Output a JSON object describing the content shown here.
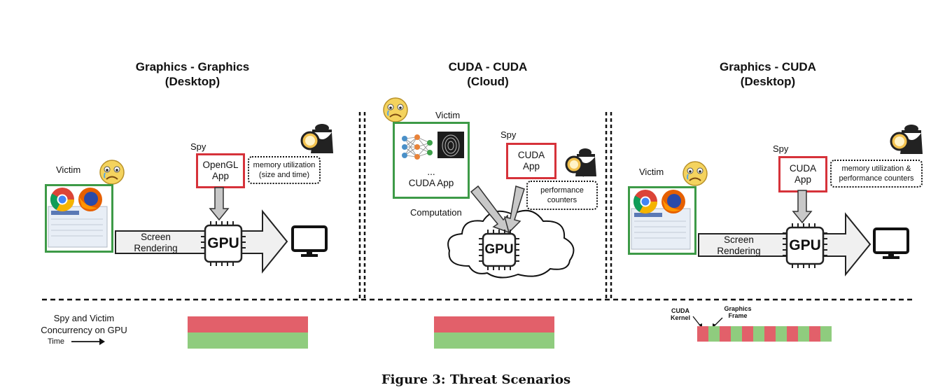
{
  "scenarios": [
    {
      "title_line1": "Graphics - Graphics",
      "title_line2": "(Desktop)",
      "victim_label": "Victim",
      "spy_label": "Spy",
      "spy_app_line1": "OpenGL",
      "spy_app_line2": "App",
      "measure_line1": "memory utilization",
      "measure_line2": "(size and time)",
      "flow_line1": "Screen",
      "flow_line2": "Rendering",
      "gpu_label": "GPU"
    },
    {
      "title_line1": "CUDA - CUDA",
      "title_line2": "(Cloud)",
      "victim_label": "Victim",
      "victim_app_ellipsis": "...",
      "victim_app_label": "CUDA App",
      "spy_label": "Spy",
      "spy_app_line1": "CUDA",
      "spy_app_line2": "App",
      "measure_line1": "performance",
      "measure_line2": "counters",
      "flow_label": "Computation",
      "gpu_label": "GPU"
    },
    {
      "title_line1": "Graphics - CUDA",
      "title_line2": "(Desktop)",
      "victim_label": "Victim",
      "spy_label": "Spy",
      "spy_app_line1": "CUDA",
      "spy_app_line2": "App",
      "measure_line1": "memory utilization &",
      "measure_line2": "performance counters",
      "flow_line1": "Screen",
      "flow_line2": "Rendering",
      "gpu_label": "GPU"
    }
  ],
  "concurrency": {
    "line1": "Spy and Victim",
    "line2": "Concurrency on GPU",
    "time_label": "Time",
    "cuda_kernel_line1": "CUDA",
    "cuda_kernel_line2": "Kernel",
    "graphics_frame_line1": "Graphics",
    "graphics_frame_line2": "Frame",
    "spy_color": "#e2606a",
    "victim_color": "#8fcc7e"
  },
  "caption": "Figure 3: Threat Scenarios"
}
